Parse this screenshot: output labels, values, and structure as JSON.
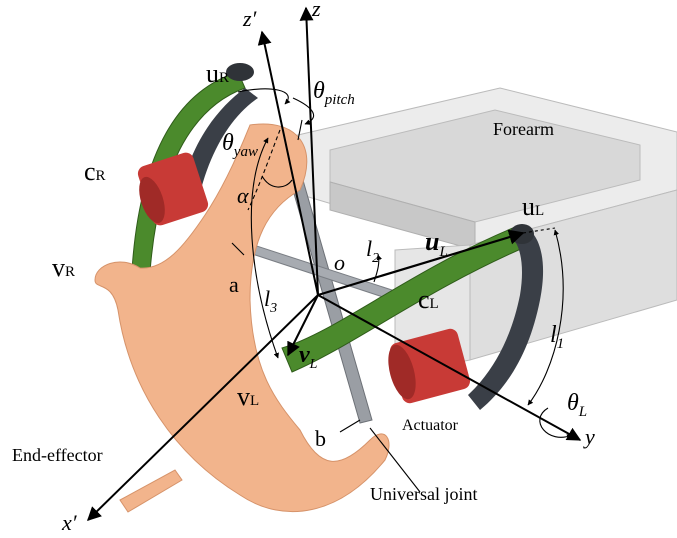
{
  "labels": {
    "z": "z",
    "z_prime": "z′",
    "theta_pitch": "θ",
    "theta_pitch_sub": "pitch",
    "theta_yaw": "θ",
    "theta_yaw_sub": "yaw",
    "u_R_main": "u",
    "u_R_sub": "R",
    "c_R_main": "c",
    "c_R_sub": "R",
    "v_R_main": "v",
    "v_R_sub": "R",
    "alpha": "α",
    "a": "a",
    "b": "b",
    "o": "o",
    "l1": "l",
    "l1_sub": "1",
    "l2": "l",
    "l2_sub": "2",
    "l3": "l",
    "l3_sub": "3",
    "u_L_main": "u",
    "u_L_sub": "L",
    "u_L_vec": "u",
    "u_L_vec_sub": "L",
    "c_L_main": "c",
    "c_L_sub": "L",
    "v_L_vec": "v",
    "v_L_vec_sub": "L",
    "v_L_main": "v",
    "v_L_sub": "L",
    "theta_L": "θ",
    "theta_L_sub": "L",
    "y": "y",
    "x_prime": "x′",
    "forearm": "Forearm",
    "actuator": "Actuator",
    "end_effector": "End-effector",
    "universal_joint": "Universal joint"
  },
  "colors": {
    "green_link": "#4b8a2c",
    "dark_link": "#3a3f47",
    "actuator_red": "#c83a36",
    "end_effector": "#f2b48c",
    "forearm_gray": "#dcdcdc",
    "axis": "#000000"
  }
}
